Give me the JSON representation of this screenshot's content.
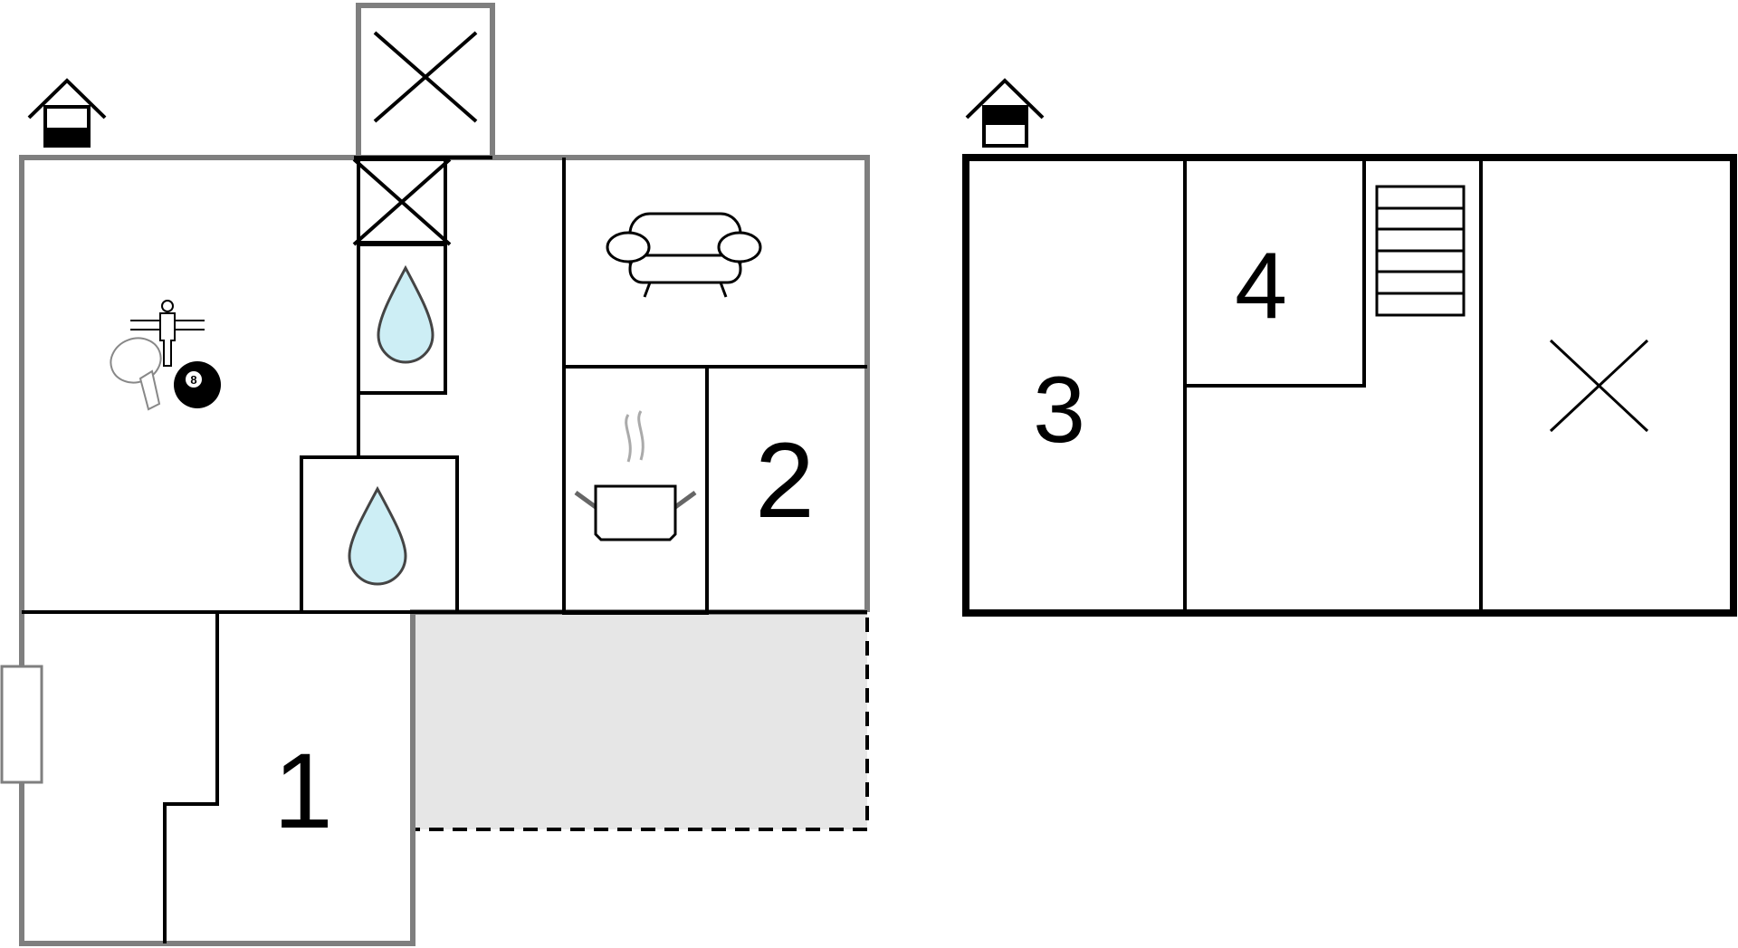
{
  "colors": {
    "ground_floor_wall": "#7f7f7f",
    "upper_floor_wall": "#000000",
    "interior_line": "#000000",
    "terrace_fill": "#e6e6e6",
    "water_drop_fill": "#cdeef5"
  },
  "ground_floor": {
    "floor_indicator_icon": "house-floor-ground-icon",
    "rooms": {
      "bedroom_1": "1",
      "bedroom_2": "2"
    },
    "icons": {
      "game_room": [
        "table-football-icon",
        "table-tennis-icon",
        "billiard-ball-icon"
      ],
      "billiard_ball_label": "8",
      "bathroom": "water-drop-icon",
      "living_room": "sofa-icon",
      "kitchen": "cooking-pot-icon",
      "closed_areas": "cross-icon"
    }
  },
  "upper_floor": {
    "floor_indicator_icon": "house-floor-upper-icon",
    "rooms": {
      "bedroom_3": "3",
      "bedroom_4": "4"
    },
    "icons": {
      "stairs": "staircase-icon",
      "closed_area": "cross-icon"
    }
  }
}
